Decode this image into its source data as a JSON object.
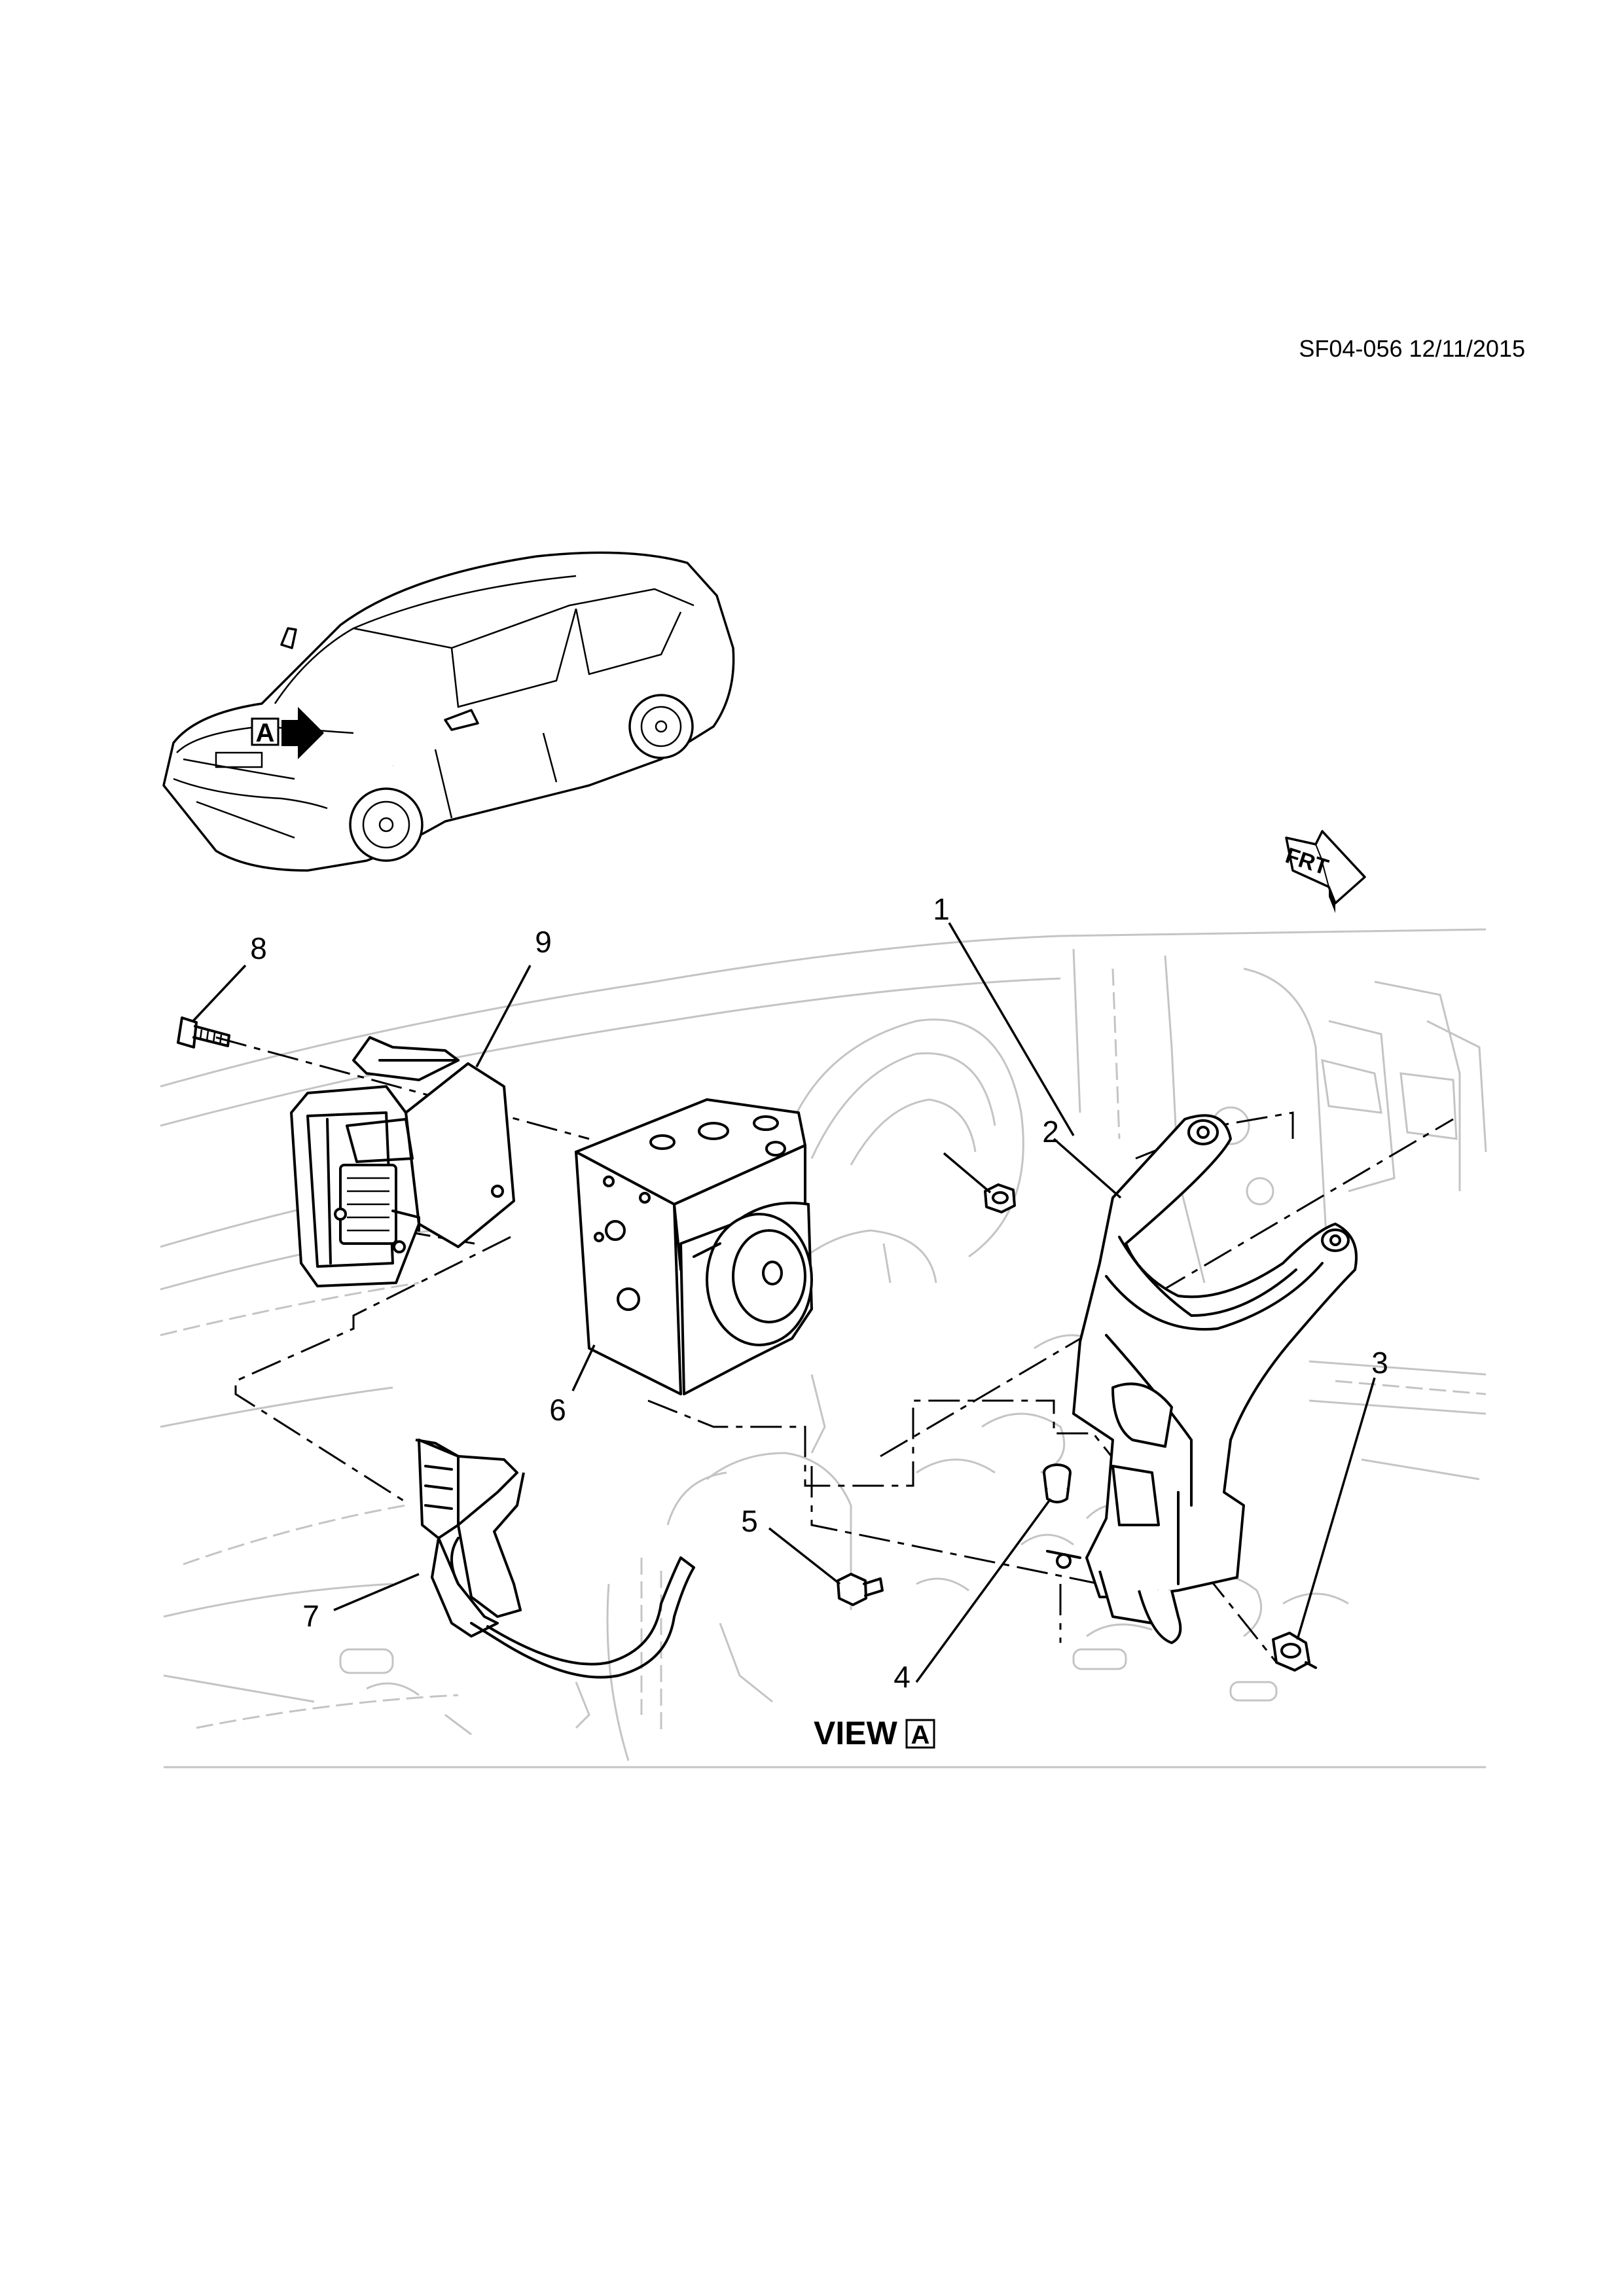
{
  "document_id": "SF04-056 12/11/2015",
  "view_label": "VIEW",
  "view_letter": "A",
  "car_view_marker": "A",
  "front_marker": "FRT",
  "callouts": [
    "1",
    "2",
    "3",
    "4",
    "5",
    "6",
    "7",
    "8",
    "9"
  ]
}
